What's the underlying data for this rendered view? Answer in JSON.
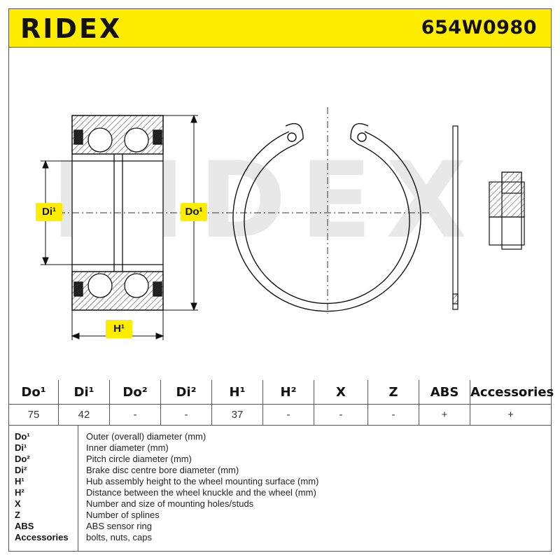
{
  "header": {
    "brand": "RIDEX",
    "part_number": "654W0980"
  },
  "drawing": {
    "watermark": "RIDEX",
    "dim_labels": {
      "di": "Di¹",
      "do": "Do¹",
      "h": "H¹"
    }
  },
  "colors": {
    "accent": "#ffed00",
    "border": "#555555"
  },
  "specs": {
    "headers": [
      "Do¹",
      "Di¹",
      "Do²",
      "Di²",
      "H¹",
      "H²",
      "X",
      "Z",
      "ABS",
      "Accessories"
    ],
    "values": [
      "75",
      "42",
      "-",
      "-",
      "37",
      "-",
      "-",
      "-",
      "+",
      "+"
    ]
  },
  "legend": [
    {
      "key": "Do¹",
      "desc": "Outer (overall) diameter (mm)"
    },
    {
      "key": "Di¹",
      "desc": "Inner diameter (mm)"
    },
    {
      "key": "Do²",
      "desc": "Pitch circle diameter (mm)"
    },
    {
      "key": "Di²",
      "desc": "Brake disc centre bore diameter (mm)"
    },
    {
      "key": "H¹",
      "desc": "Hub assembly height to the wheel mounting surface (mm)"
    },
    {
      "key": "H²",
      "desc": "Distance between the wheel knuckle and the wheel (mm)"
    },
    {
      "key": "X",
      "desc": "Number and size of mounting holes/studs"
    },
    {
      "key": "Z",
      "desc": "Number of splines"
    },
    {
      "key": "ABS",
      "desc": "ABS sensor ring"
    },
    {
      "key": "Accessories",
      "desc": "bolts, nuts, caps"
    }
  ]
}
